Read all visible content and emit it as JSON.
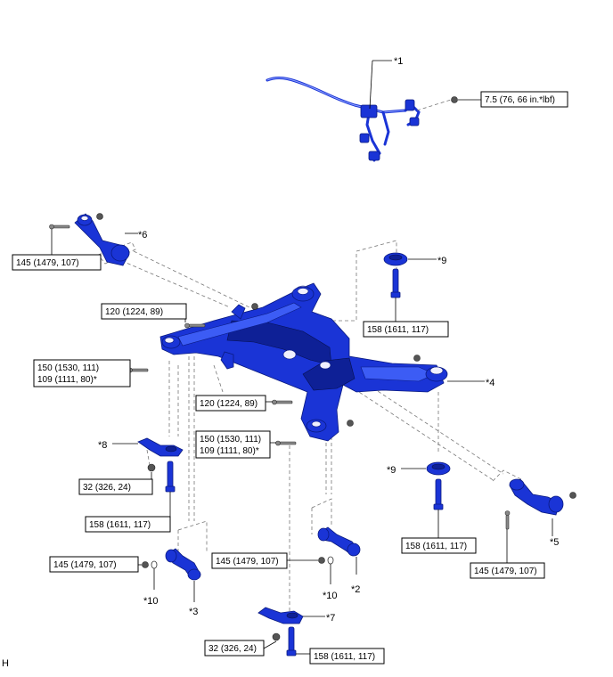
{
  "callouts": {
    "c1": "*1",
    "c2": "*2",
    "c3": "*3",
    "c4": "*4",
    "c5": "*5",
    "c6": "*6",
    "c7": "*7",
    "c8": "*8",
    "c9a": "*9",
    "c9b": "*9",
    "c10a": "*10",
    "c10b": "*10"
  },
  "torques": {
    "t_wire": "7.5 (76, 66 in.*lbf)",
    "t_arm6": "145 (1479, 107)",
    "t_upper120": "120 (1224, 89)",
    "t_mount9": "158 (1611, 117)",
    "t_frontA": "150 (1530, 111)",
    "t_frontB": "109 (1111, 80)*",
    "t_mid120": "120 (1224, 89)",
    "t_midA": "150 (1530, 111)",
    "t_midB": "109 (1111, 80)*",
    "t_nut8": "32 (326, 24)",
    "t_bolt8": "158 (1611, 117)",
    "t_arm3": "145 (1479, 107)",
    "t_arm2": "145 (1479, 107)",
    "t_bolt9b": "158 (1611, 117)",
    "t_arm5": "145 (1479, 107)",
    "t_nut7": "32 (326, 24)",
    "t_bolt7": "158 (1611, 117)"
  },
  "corner_letter": "H",
  "colors": {
    "part": "#1a34d6",
    "part_dark": "#0e2096",
    "part_light": "#3c5cf5"
  }
}
